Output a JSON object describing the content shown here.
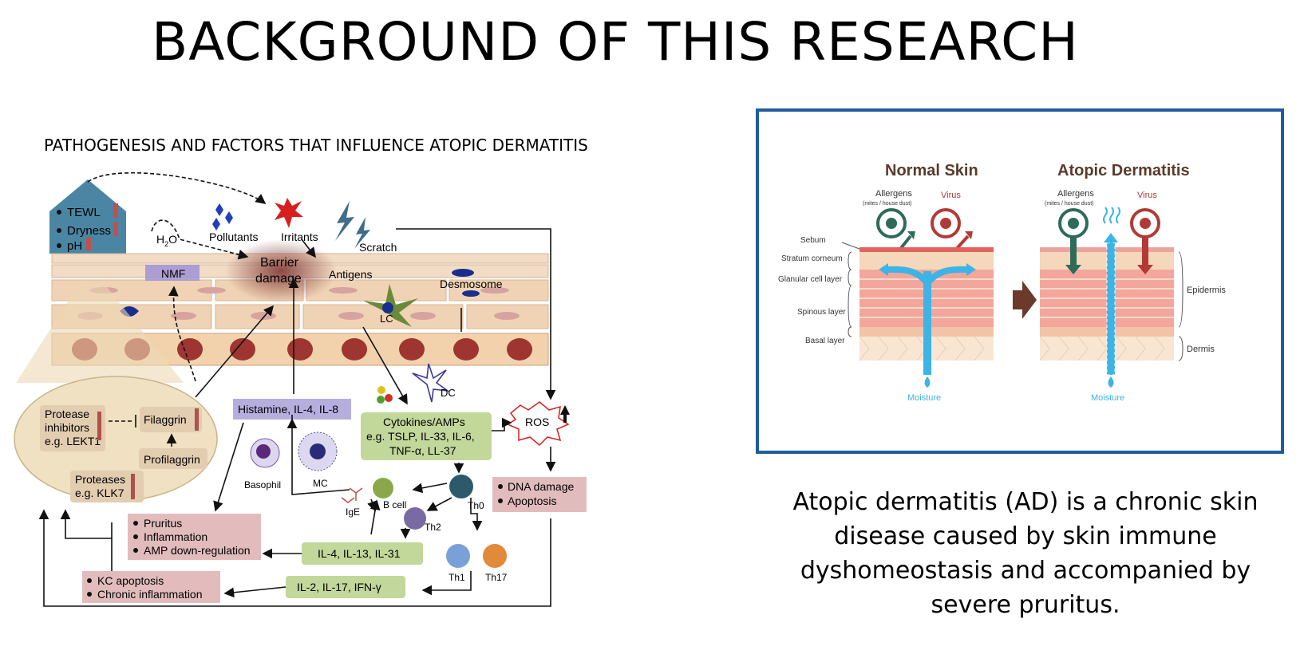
{
  "page": {
    "title": "BACKGROUND OF THIS RESEARCH"
  },
  "left_figure": {
    "heading": "PATHOGENESIS AND FACTORS THAT INFLUENCE ATOPIC DERMATITIS",
    "house_items": [
      "TEWL",
      "Dryness",
      "pH"
    ],
    "h2o": "H",
    "h2o_sub": "2",
    "h2o_tail": "O",
    "pollutants": "Pollutants",
    "irritants": "Irritants",
    "scratch": "Scratch",
    "barrier_damage_1": "Barrier",
    "barrier_damage_2": "damage",
    "nmf": "NMF",
    "antigens": "Antigens",
    "desmosome": "Desmosome",
    "lc": "LC",
    "dc": "DC",
    "protease_inhibitors": [
      "Protease",
      "inhibitors",
      "e.g. LEKT1"
    ],
    "filaggrin": "Filaggrin",
    "profilaggrin": "Profilaggrin",
    "proteases": [
      "Proteases",
      "e.g. KLK7"
    ],
    "histamine": "Histamine, IL-4, IL-8",
    "cytokines": [
      "Cytokines/AMPs",
      "e.g. TSLP, IL-33, IL-6,",
      "TNF-α, LL-37"
    ],
    "ros": "ROS",
    "basophil": "Basophil",
    "mc": "MC",
    "ige": "IgE",
    "b_cell": "B cell",
    "th0": "Th0",
    "th2": "Th2",
    "th1": "Th1",
    "th17": "Th17",
    "dna_box": [
      "DNA damage",
      "Apoptosis"
    ],
    "pruritus_box": [
      "Pruritus",
      "Inflammation",
      "AMP down-regulation"
    ],
    "il4_box": "IL-4, IL-13, IL-31",
    "kc_box": [
      "KC apoptosis",
      "Chronic inflammation"
    ],
    "il2_box": "IL-2, IL-17, IFN-γ"
  },
  "right_figure": {
    "normal_title": "Normal Skin",
    "ad_title": "Atopic Dermatitis",
    "allergens": "Allergens",
    "allergens_note": "(mites / house dust)",
    "virus": "Virus",
    "layers": [
      "Sebum",
      "Stratum corneum",
      "Glanular cell layer",
      "Spinous layer",
      "Basal layer"
    ],
    "epidermis": "Epidermis",
    "dermis": "Dermis",
    "moisture": "Moisture"
  },
  "caption": "Atopic dermatitis (AD) is a chronic skin disease caused by skin immune dyshomeostasis and accompanied by severe pruritus.",
  "colors": {
    "frame": "#1f5c9e",
    "skin": "#f1d5b5",
    "brick": "#f0a49a",
    "moisture": "#3db4e6",
    "allergen": "#2e6b5a",
    "virus": "#b23a36"
  }
}
